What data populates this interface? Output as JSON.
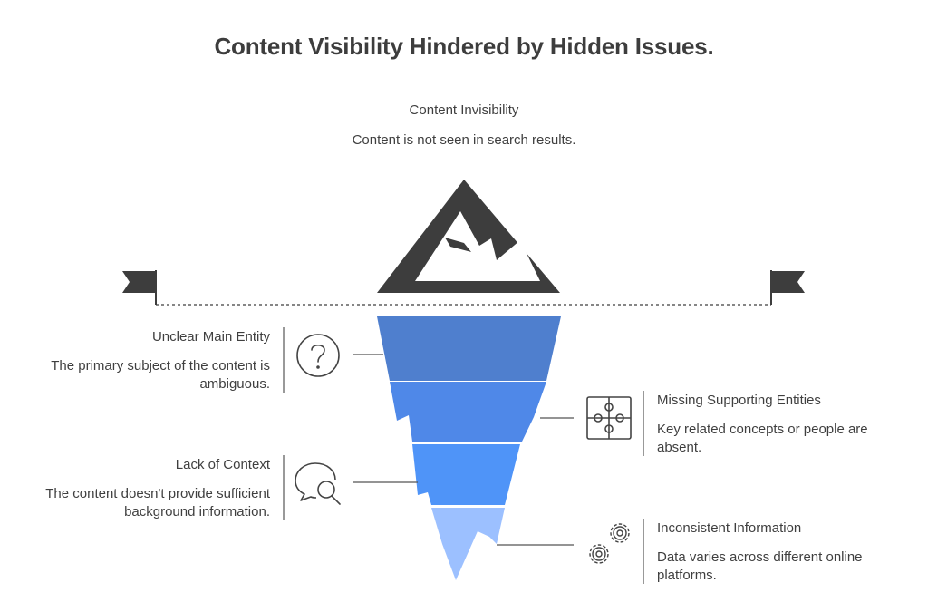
{
  "title": "Content Visibility Hindered by Hidden Issues.",
  "peak": {
    "heading": "Content Invisibility",
    "description": "Content is not seen in search results."
  },
  "issues": [
    {
      "heading": "Unclear Main Entity",
      "description": "The primary subject of the content is ambiguous.",
      "icon": "question-mark-icon",
      "side": "left",
      "color": "#4f7fce"
    },
    {
      "heading": "Missing Supporting Entities",
      "description": "Key related concepts or people are absent.",
      "icon": "puzzle-icon",
      "side": "right",
      "color": "#4f88e8"
    },
    {
      "heading": "Lack of Context",
      "description": "The content doesn't provide sufficient background information.",
      "icon": "chat-search-icon",
      "side": "left",
      "color": "#4f94f8"
    },
    {
      "heading": "Inconsistent Information",
      "description": "Data varies across different online platforms.",
      "icon": "gears-icon",
      "side": "right",
      "color": "#9cc0ff"
    }
  ],
  "colors": {
    "mountain": "#3d3d3d",
    "flag": "#3d3d3d",
    "text": "#3f3f3f",
    "connector": "#555555"
  }
}
